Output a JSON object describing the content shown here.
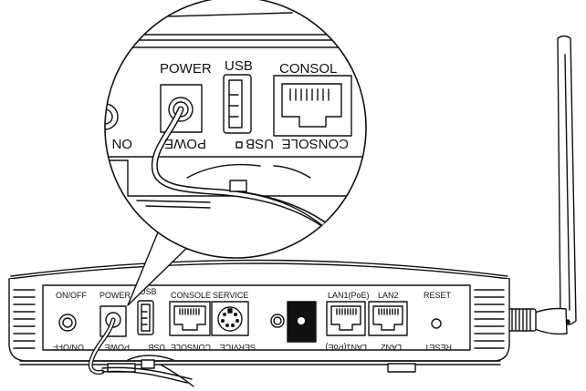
{
  "colors": {
    "line": "#111111",
    "background": "#ffffff",
    "fill_dark": "#111111"
  },
  "panel": {
    "labels": {
      "on_off": "ON/OFF",
      "power": "POWER",
      "usb": "USB",
      "console": "CONSOLE",
      "service": "SERVICE",
      "lan1": "LAN1(PoE)",
      "lan2": "LAN2",
      "reset": "RESET"
    },
    "mirrored_labels": {
      "on_off": "ON/OFF",
      "power": "POWE",
      "usb": "USB",
      "console": "CONSOLE",
      "service": "SERVICE",
      "lan1": "LAN1(PoE)",
      "lan2": "LAN2",
      "reset": "RESET"
    }
  },
  "zoom": {
    "labels": {
      "power": "POWER",
      "usb": "USB",
      "console": "CONSOL"
    },
    "mirrored_labels": {
      "on": "ON",
      "power": "POWE",
      "usb": "USB",
      "console": "CONSOLE"
    }
  },
  "icons": [
    "antenna-icon",
    "power-cable-icon",
    "usb-port-icon",
    "rj45-port-icon",
    "service-port-icon",
    "reset-button-icon"
  ]
}
